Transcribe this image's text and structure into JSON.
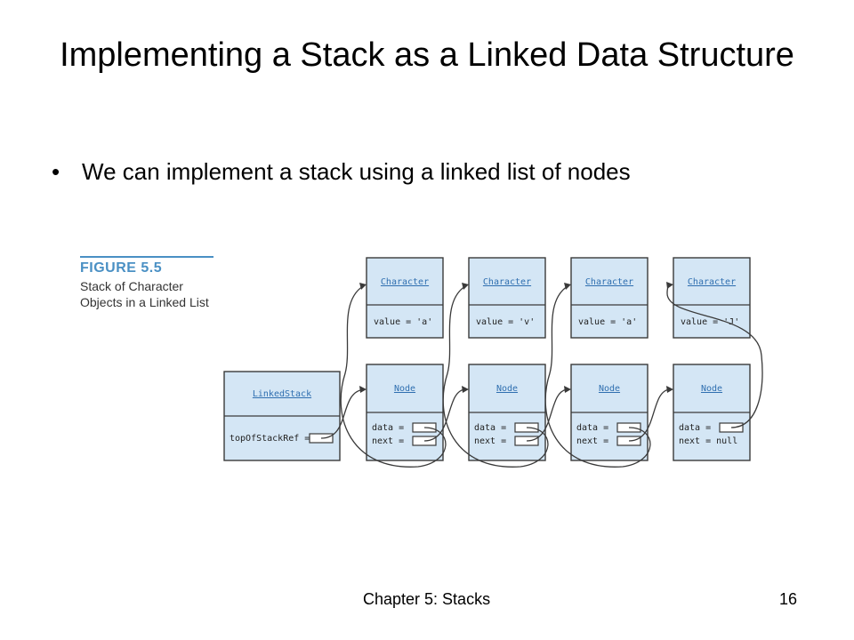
{
  "slide": {
    "title": "Implementing a Stack as a Linked Data Structure",
    "bullet": "We can implement a stack using a linked list of nodes"
  },
  "figure": {
    "label": "FIGURE 5.5",
    "caption_line1": "Stack of Character",
    "caption_line2": "Objects in a Linked List"
  },
  "stack": {
    "class_name": "LinkedStack",
    "field": "topOfStackRef ="
  },
  "characters": [
    {
      "class_name": "Character",
      "value": "value = 'a'"
    },
    {
      "class_name": "Character",
      "value": "value = 'v'"
    },
    {
      "class_name": "Character",
      "value": "value = 'a'"
    },
    {
      "class_name": "Character",
      "value": "value = 'J'"
    }
  ],
  "nodes": [
    {
      "class_name": "Node",
      "data_field": "data =",
      "next_field": "next ="
    },
    {
      "class_name": "Node",
      "data_field": "data =",
      "next_field": "next ="
    },
    {
      "class_name": "Node",
      "data_field": "data =",
      "next_field": "next ="
    },
    {
      "class_name": "Node",
      "data_field": "data =",
      "next_field": "next = null"
    }
  ],
  "footer": {
    "chapter": "Chapter 5: Stacks",
    "page_number": "16"
  },
  "colors": {
    "box_fill": "#d4e6f5",
    "accent": "#4a90c4"
  }
}
